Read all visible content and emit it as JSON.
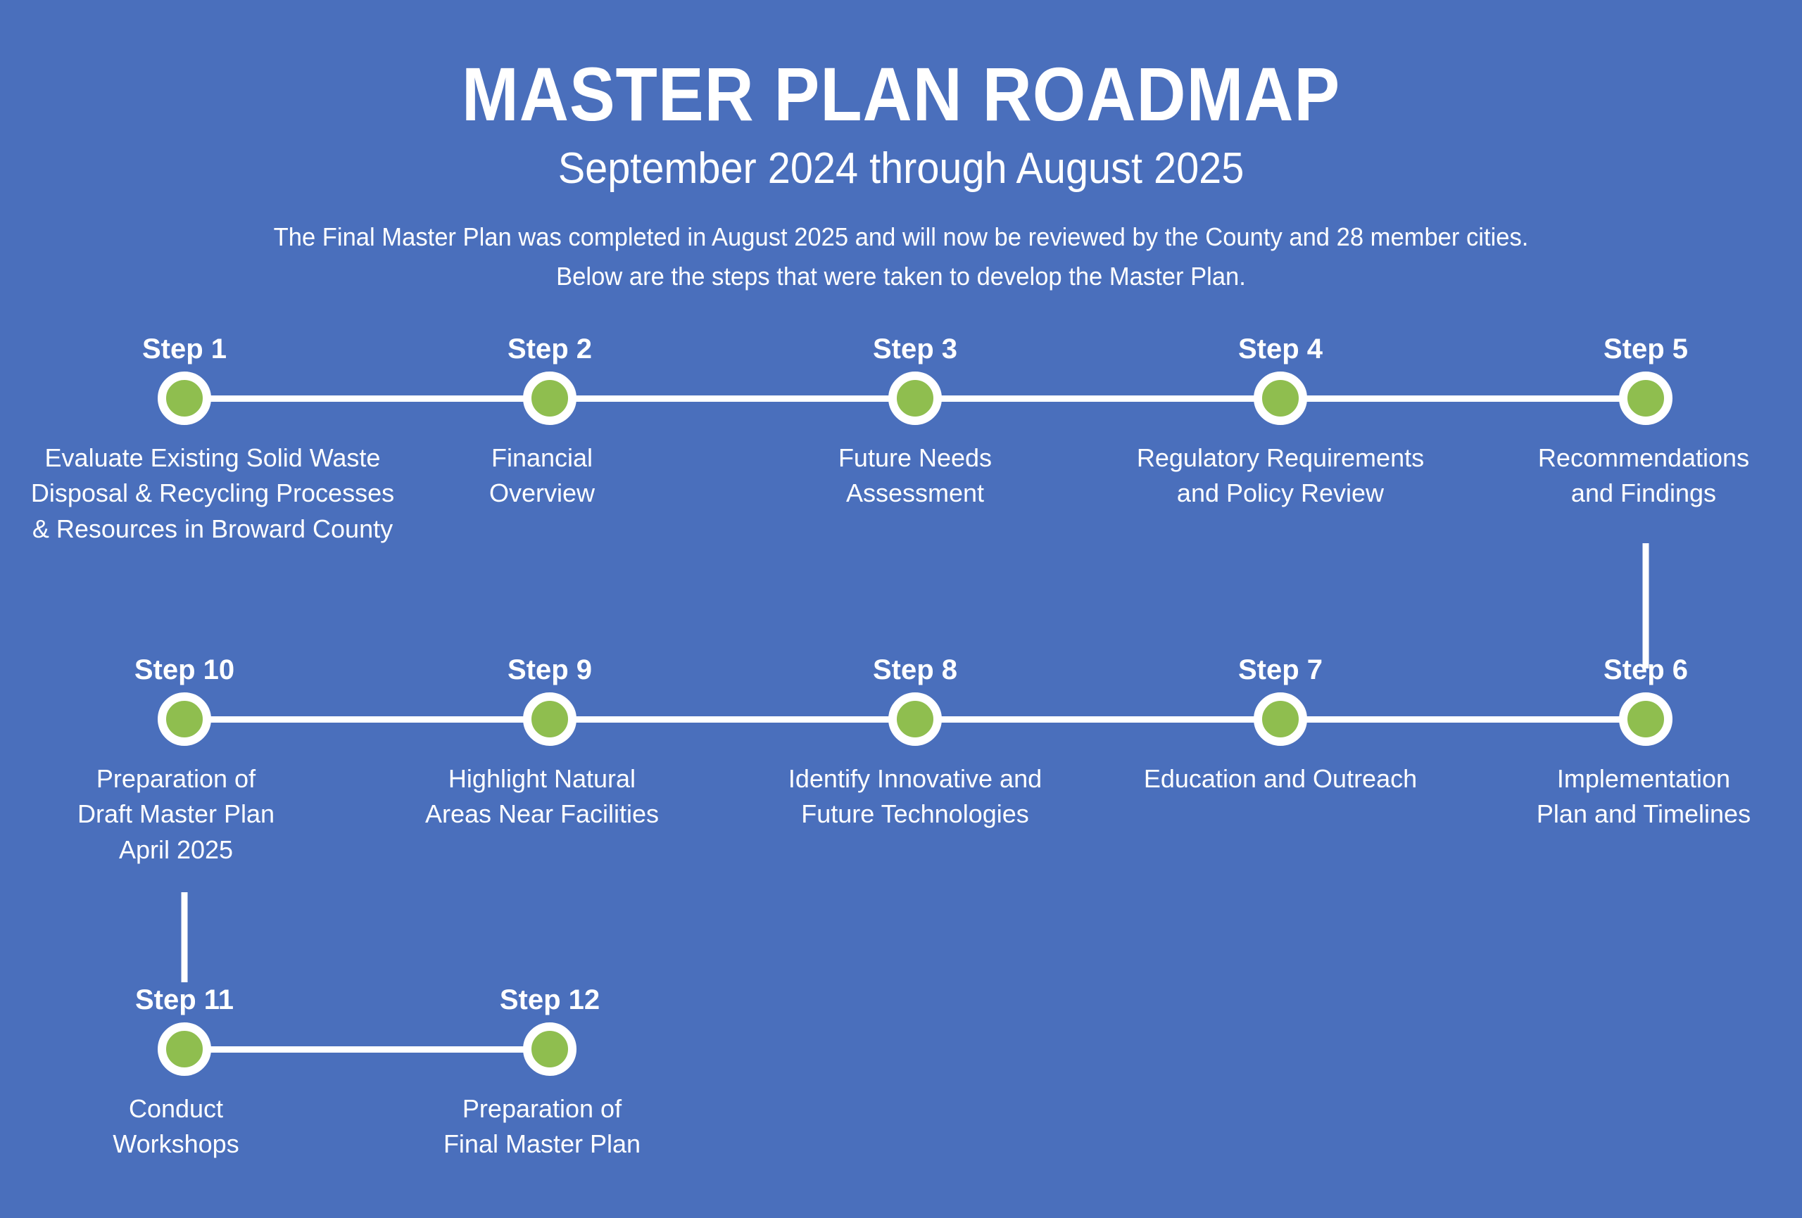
{
  "header": {
    "title": "MASTER PLAN ROADMAP",
    "subtitle": "September 2024 through August 2025",
    "description_line1": "The Final Master Plan was completed in August 2025 and will now be reviewed by the County and 28 member cities.",
    "description_line2": "Below are the steps that were taken to develop the Master Plan."
  },
  "colors": {
    "background": "#4A6FBC",
    "node_fill": "#8FBE4F",
    "node_ring": "#FFFFFF",
    "text": "#FFFFFF",
    "line": "#FFFFFF"
  },
  "roadmap": {
    "rows": [
      {
        "id": "row-1",
        "direction": "left-to-right",
        "steps": [
          {
            "label": "Step 1",
            "description": "Evaluate Existing Solid Waste\nDisposal & Recycling Processes\n& Resources in Broward County"
          },
          {
            "label": "Step 2",
            "description": "Financial\nOverview"
          },
          {
            "label": "Step 3",
            "description": "Future Needs\nAssessment"
          },
          {
            "label": "Step 4",
            "description": "Regulatory Requirements\nand Policy Review"
          },
          {
            "label": "Step 5",
            "description": "Recommendations\nand Findings"
          }
        ]
      },
      {
        "id": "row-2",
        "direction": "right-to-left",
        "steps": [
          {
            "label": "Step 10",
            "description": "Preparation of\nDraft Master Plan\nApril 2025"
          },
          {
            "label": "Step 9",
            "description": "Highlight Natural\nAreas Near Facilities"
          },
          {
            "label": "Step 8",
            "description": "Identify Innovative and\nFuture Technologies"
          },
          {
            "label": "Step 7",
            "description": "Education and Outreach"
          },
          {
            "label": "Step 6",
            "description": "Implementation\nPlan and Timelines"
          }
        ]
      },
      {
        "id": "row-3",
        "direction": "left-to-right",
        "steps": [
          {
            "label": "Step 11",
            "description": "Conduct\nWorkshops"
          },
          {
            "label": "Step 12",
            "description": "Preparation of\nFinal Master Plan"
          }
        ]
      }
    ],
    "connectors": [
      {
        "id": "connector-step5-step6",
        "from": "Step 5",
        "to": "Step 6"
      },
      {
        "id": "connector-step10-step11",
        "from": "Step 10",
        "to": "Step 11"
      }
    ]
  }
}
